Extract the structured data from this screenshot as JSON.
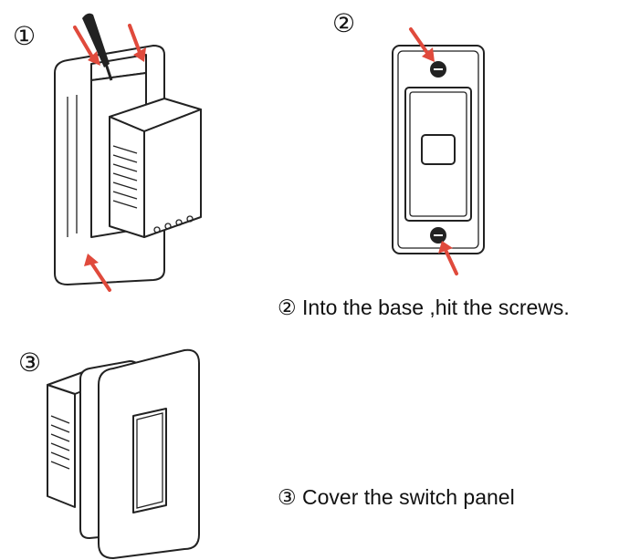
{
  "steps": [
    {
      "marker": "①",
      "caption": ""
    },
    {
      "marker": "②",
      "caption": "② Into the base ,hit the screws."
    },
    {
      "marker": "③",
      "caption": "③ Cover the switch panel"
    }
  ],
  "colors": {
    "line": "#222222",
    "arrow": "#e04a3c",
    "background": "#ffffff"
  }
}
